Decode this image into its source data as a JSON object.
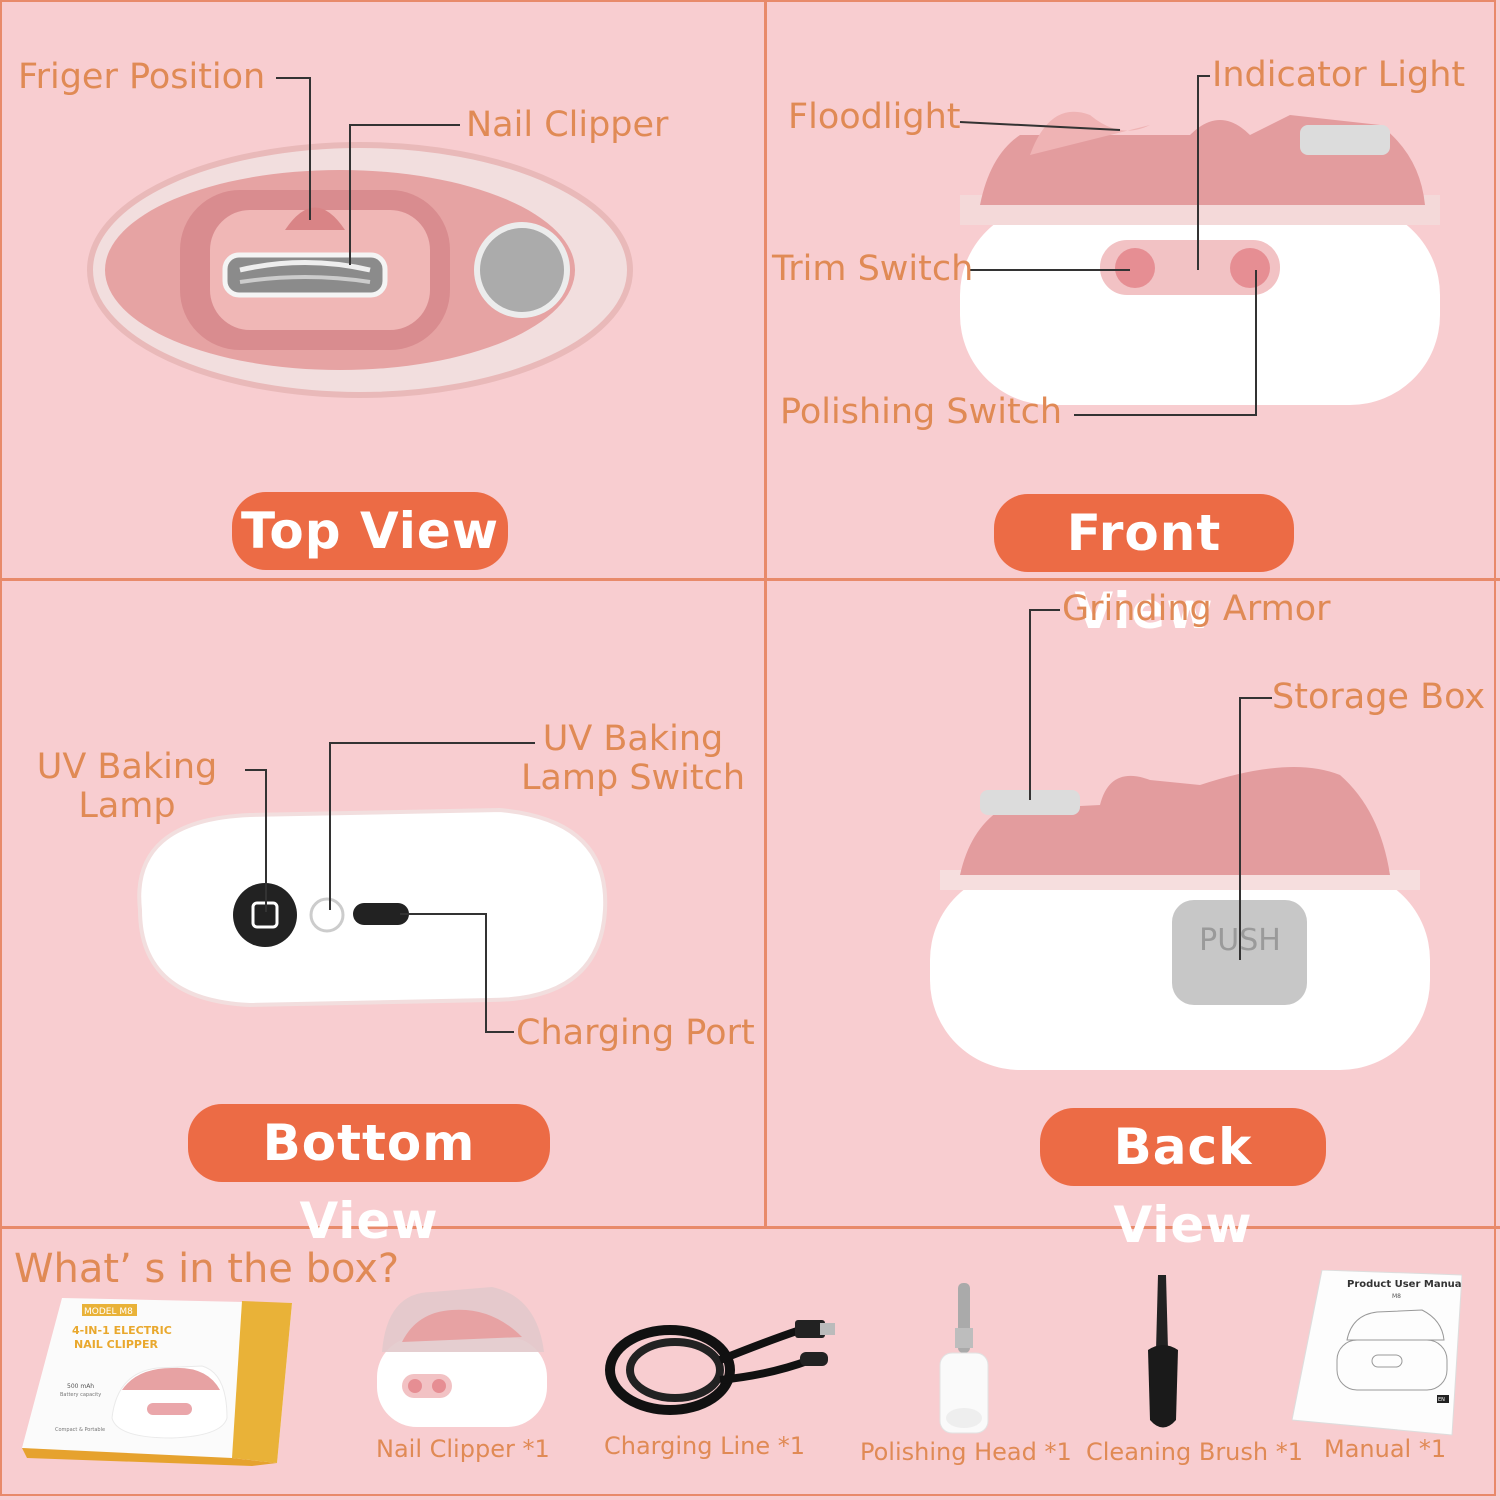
{
  "colors": {
    "background": "#f8cdd0",
    "accent": "#ec6b45",
    "label_text": "#e08a55",
    "device_pink": "#e79a9c",
    "device_white": "#ffffff"
  },
  "top_view": {
    "title": "Top View",
    "labels": {
      "finger_position": "Friger Position",
      "nail_clipper": "Nail Clipper"
    }
  },
  "front_view": {
    "title": "Front View",
    "labels": {
      "indicator_light": "Indicator Light",
      "floodlight": "Floodlight",
      "trim_switch": "Trim Switch",
      "polishing_switch": "Polishing Switch"
    }
  },
  "bottom_view": {
    "title": "Bottom View",
    "labels": {
      "uv_lamp": "UV Baking\nLamp",
      "uv_lamp_switch": "UV Baking\nLamp Switch",
      "charging_port": "Charging Port"
    }
  },
  "back_view": {
    "title": "Back View",
    "labels": {
      "grinding_armor": "Grinding Armor",
      "storage_box": "Storage Box"
    },
    "push_label": "PUSH"
  },
  "box": {
    "title": "What’ s in the box?",
    "package": {
      "model": "MODEL M8",
      "name": "4-IN-1 ELECTRIC\nNAIL CLIPPER",
      "battery": "500 mAh",
      "battery_note": "Battery capacity",
      "portable": "Compact & Portable"
    },
    "manual": {
      "title": "Product User Manual",
      "model": "M8",
      "lang": "EN"
    },
    "items": [
      {
        "caption": "Nail Clipper *1",
        "icon": "nail-clipper-device"
      },
      {
        "caption": "Charging Line *1",
        "icon": "usb-cable"
      },
      {
        "caption": "Polishing Head *1",
        "icon": "polishing-head"
      },
      {
        "caption": "Cleaning Brush *1",
        "icon": "cleaning-brush"
      },
      {
        "caption": "Manual *1",
        "icon": "manual-booklet"
      }
    ]
  }
}
